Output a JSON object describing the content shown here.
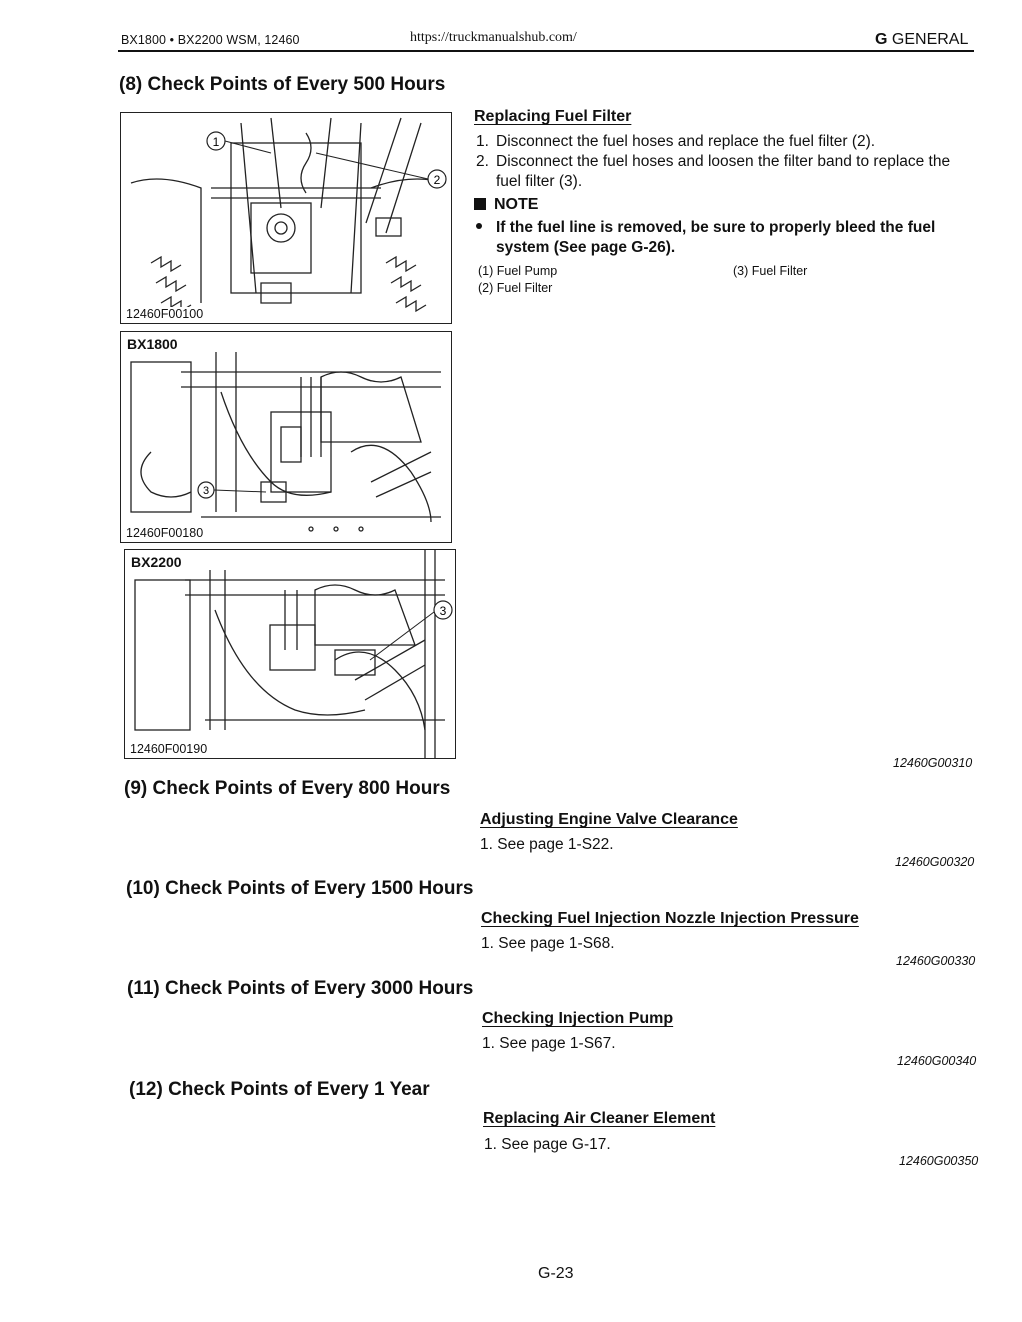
{
  "header": {
    "left": "BX1800 • BX2200 WSM, 12460",
    "url": "https://truckmanualshub.com/",
    "right_prefix": "G",
    "right_text": "GENERAL"
  },
  "sec8": {
    "title": "(8) Check Points of Every 500 Hours",
    "sub": "Replacing Fuel Filter",
    "steps": [
      {
        "n": "1.",
        "text": "Disconnect the fuel hoses and replace the fuel filter (2)."
      },
      {
        "n": "2.",
        "text": "Disconnect the fuel hoses and loosen the filter band to replace the fuel filter (3)."
      }
    ],
    "note_label": "NOTE",
    "note_text": "If the fuel line is removed, be sure to properly bleed the fuel system (See page G-26).",
    "legend": [
      "(1) Fuel Pump",
      "(2) Fuel Filter",
      "(3) Fuel Filter"
    ],
    "code": "12460G00310",
    "figures": [
      {
        "code": "12460F00100",
        "callouts": [
          "1",
          "2"
        ]
      },
      {
        "label": "BX1800",
        "code": "12460F00180",
        "callouts": [
          "3"
        ]
      },
      {
        "label": "BX2200",
        "code": "12460F00190",
        "callouts": [
          "3"
        ]
      }
    ]
  },
  "sec9": {
    "title": "(9) Check Points of Every 800 Hours",
    "sub": "Adjusting Engine Valve Clearance",
    "step": "1. See page 1-S22.",
    "code": "12460G00320"
  },
  "sec10": {
    "title": "(10) Check Points of Every 1500 Hours",
    "sub": "Checking Fuel Injection Nozzle Injection Pressure",
    "step": "1. See page 1-S68.",
    "code": "12460G00330"
  },
  "sec11": {
    "title": "(11) Check Points of Every 3000 Hours",
    "sub": "Checking Injection Pump",
    "step": "1. See page 1-S67.",
    "code": "12460G00340"
  },
  "sec12": {
    "title": "(12) Check Points of Every 1 Year",
    "sub": "Replacing Air Cleaner Element",
    "step": "1. See page G-17.",
    "code": "12460G00350"
  },
  "footer": {
    "page": "G-23"
  }
}
